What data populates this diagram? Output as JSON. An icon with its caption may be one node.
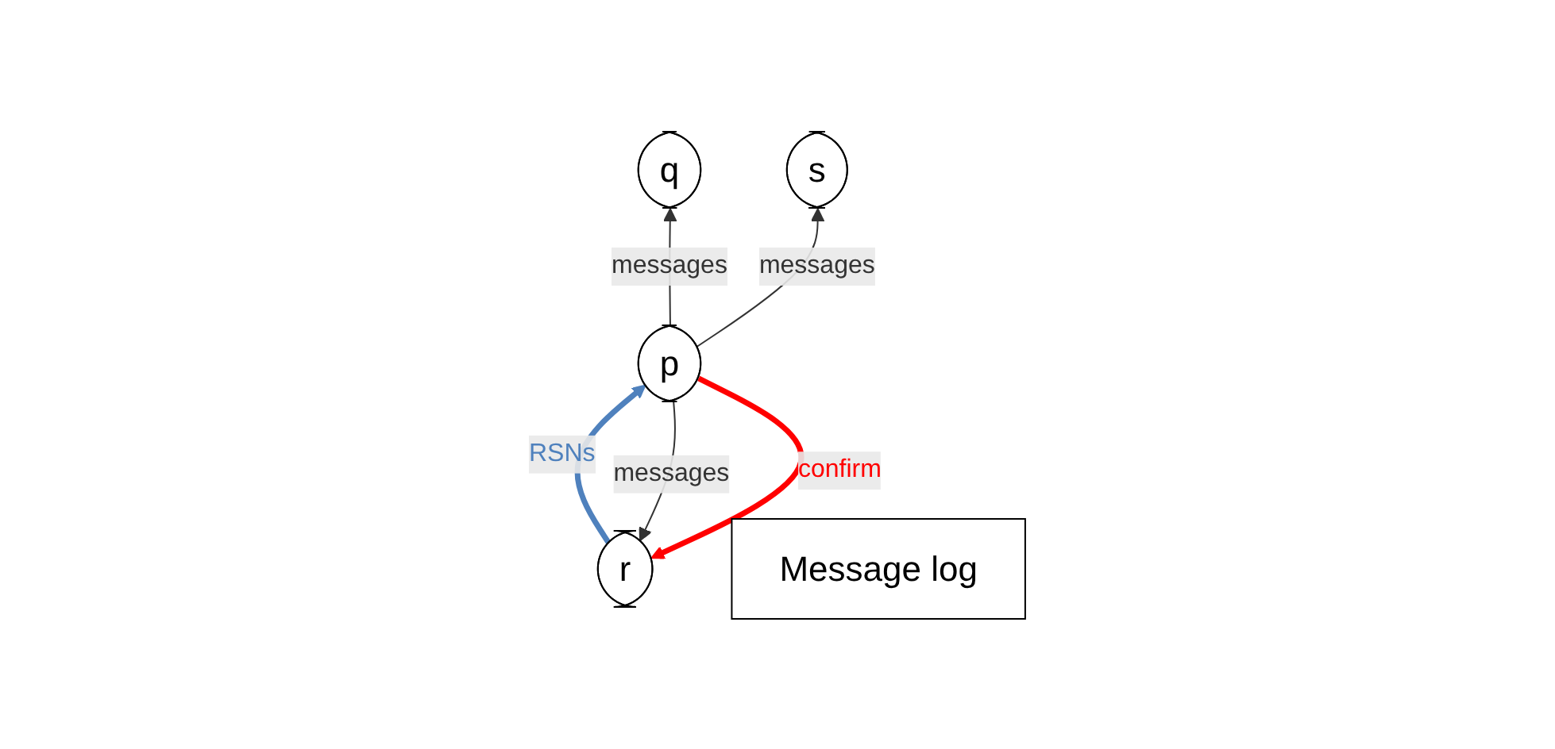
{
  "diagram": {
    "nodes": [
      {
        "text": [
          "r"
        ]
      },
      {
        "text": [
          "q"
        ]
      },
      {
        "text": [
          "s"
        ]
      },
      {
        "text": [
          "p"
        ]
      },
      {
        "text": [
          "Message log"
        ]
      }
    ],
    "edges": [
      {
        "from": 3,
        "to": 0,
        "arrow": "to",
        "label": "messages"
      },
      {
        "from": 3,
        "to": 1,
        "arrow": "to",
        "label": "messages"
      },
      {
        "from": 3,
        "to": 2,
        "arrow": "to",
        "label": "messages"
      },
      {
        "from": 0,
        "to": 3,
        "arrow": "to",
        "label": "RSNs",
        "style": "thick",
        "color": "#4f81bd"
      },
      {
        "from": 3,
        "to": 0,
        "arrow": "to",
        "label": "confirm",
        "style": "thick",
        "color": "#ff0000"
      }
    ]
  }
}
